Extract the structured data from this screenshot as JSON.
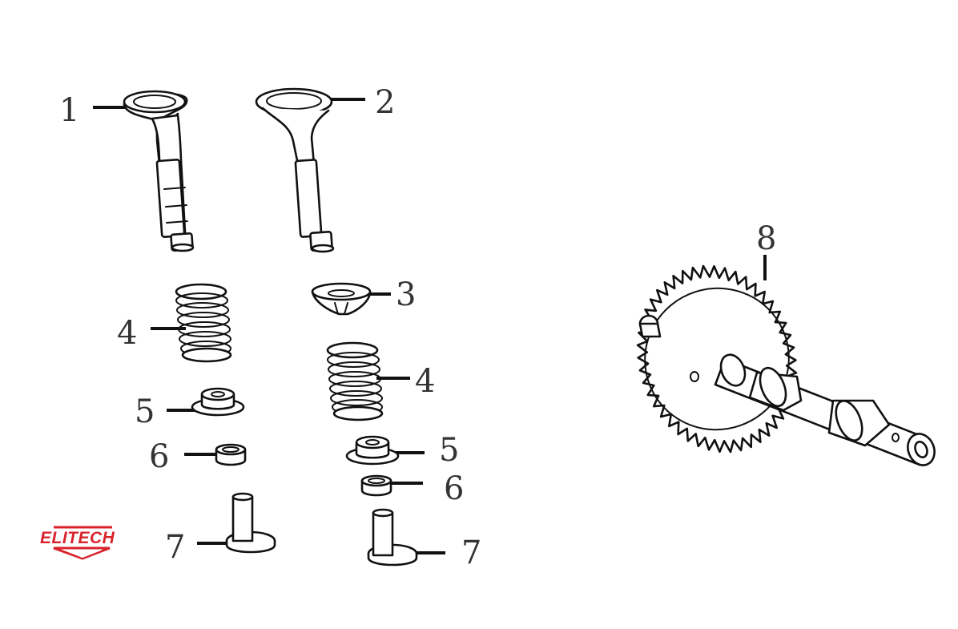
{
  "logo": {
    "text": "ELITECH",
    "color": "#d9232d"
  },
  "callouts": {
    "c1": "1",
    "c2": "2",
    "c3": "3",
    "c4a": "4",
    "c4b": "4",
    "c5a": "5",
    "c5b": "5",
    "c6a": "6",
    "c6b": "6",
    "c7a": "7",
    "c7b": "7",
    "c8": "8"
  }
}
